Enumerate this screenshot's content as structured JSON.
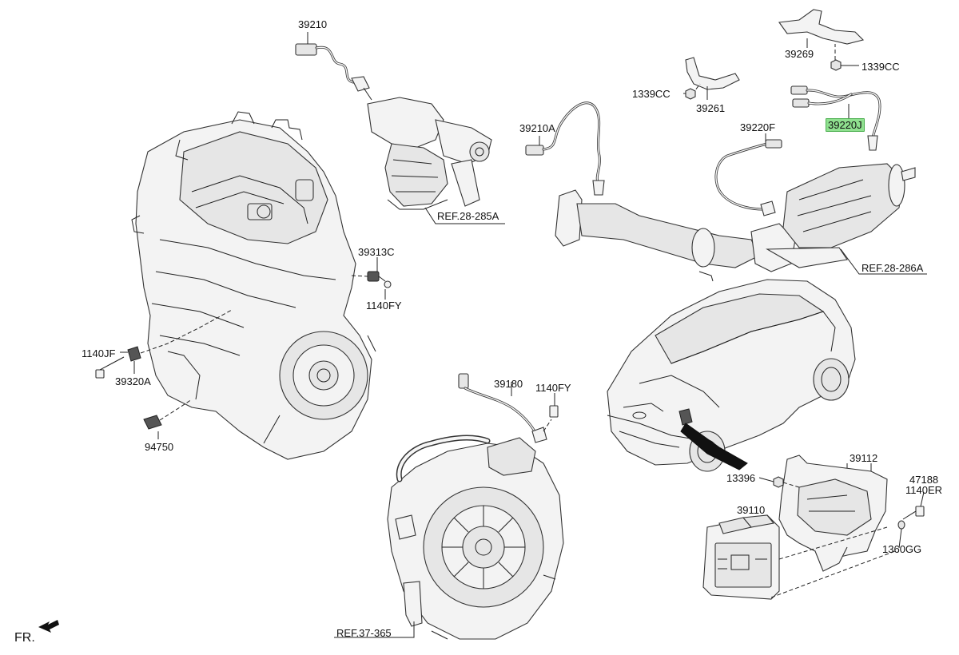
{
  "diagram": {
    "labels": [
      {
        "id": "39210",
        "text": "39210"
      },
      {
        "id": "ref-28-285a",
        "text": "REF.28-285A"
      },
      {
        "id": "39210a",
        "text": "39210A"
      },
      {
        "id": "1339cc-a",
        "text": "1339CC"
      },
      {
        "id": "39261",
        "text": "39261"
      },
      {
        "id": "39269",
        "text": "39269"
      },
      {
        "id": "1339cc-b",
        "text": "1339CC"
      },
      {
        "id": "39220f",
        "text": "39220F"
      },
      {
        "id": "39220j",
        "text": "39220J",
        "highlighted": true
      },
      {
        "id": "ref-28-286a",
        "text": "REF.28-286A"
      },
      {
        "id": "39313c",
        "text": "39313C"
      },
      {
        "id": "1140fy-a",
        "text": "1140FY"
      },
      {
        "id": "1140jf",
        "text": "1140JF"
      },
      {
        "id": "39320a",
        "text": "39320A"
      },
      {
        "id": "94750",
        "text": "94750"
      },
      {
        "id": "39180",
        "text": "39180"
      },
      {
        "id": "1140fy-b",
        "text": "1140FY"
      },
      {
        "id": "39112",
        "text": "39112"
      },
      {
        "id": "13396",
        "text": "13396"
      },
      {
        "id": "47188",
        "text": "47188"
      },
      {
        "id": "1140er",
        "text": "1140ER"
      },
      {
        "id": "39110",
        "text": "39110"
      },
      {
        "id": "1360gg",
        "text": "1360GG"
      },
      {
        "id": "ref-37-365",
        "text": "REF.37-365"
      }
    ],
    "front_label": "FR."
  }
}
